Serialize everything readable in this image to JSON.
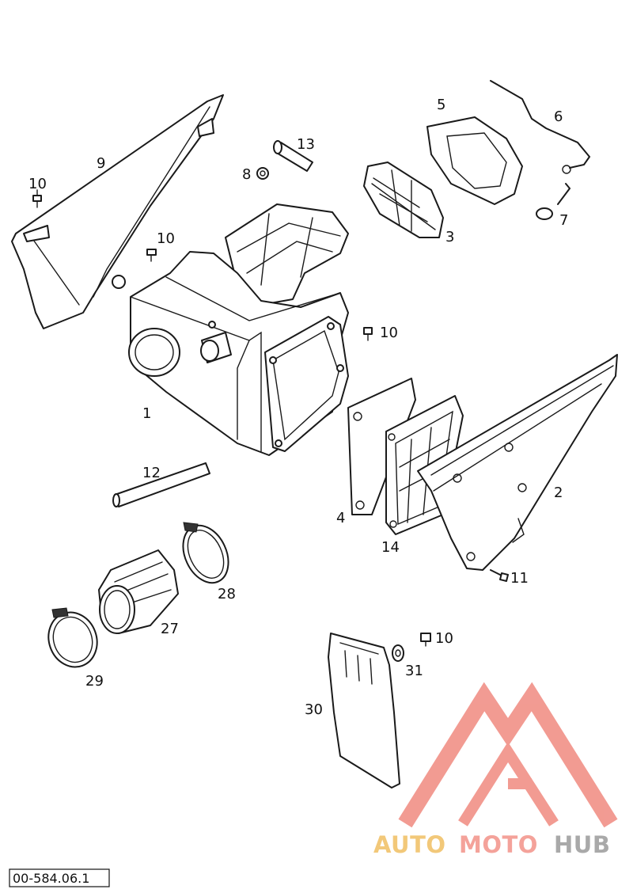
{
  "callouts": {
    "c1": "1",
    "c2": "2",
    "c3": "3",
    "c4": "4",
    "c5": "5",
    "c6": "6",
    "c7": "7",
    "c8": "8",
    "c9": "9",
    "c10a": "10",
    "c10b": "10",
    "c10c": "10",
    "c10d": "10",
    "c11": "11",
    "c12": "12",
    "c13": "13",
    "c14": "14",
    "c27": "27",
    "c28": "28",
    "c29": "29",
    "c30": "30",
    "c31": "31"
  },
  "document_number": "00-584.06.1",
  "watermark": {
    "text_auto": "AUTO",
    "text_moto": "MOTO",
    "text_hub": "HUB",
    "color_auto": "#f2c879",
    "color_moto": "#f4a29a",
    "color_hub": "#a9a9a9",
    "triangle_color": "#f08a80"
  }
}
